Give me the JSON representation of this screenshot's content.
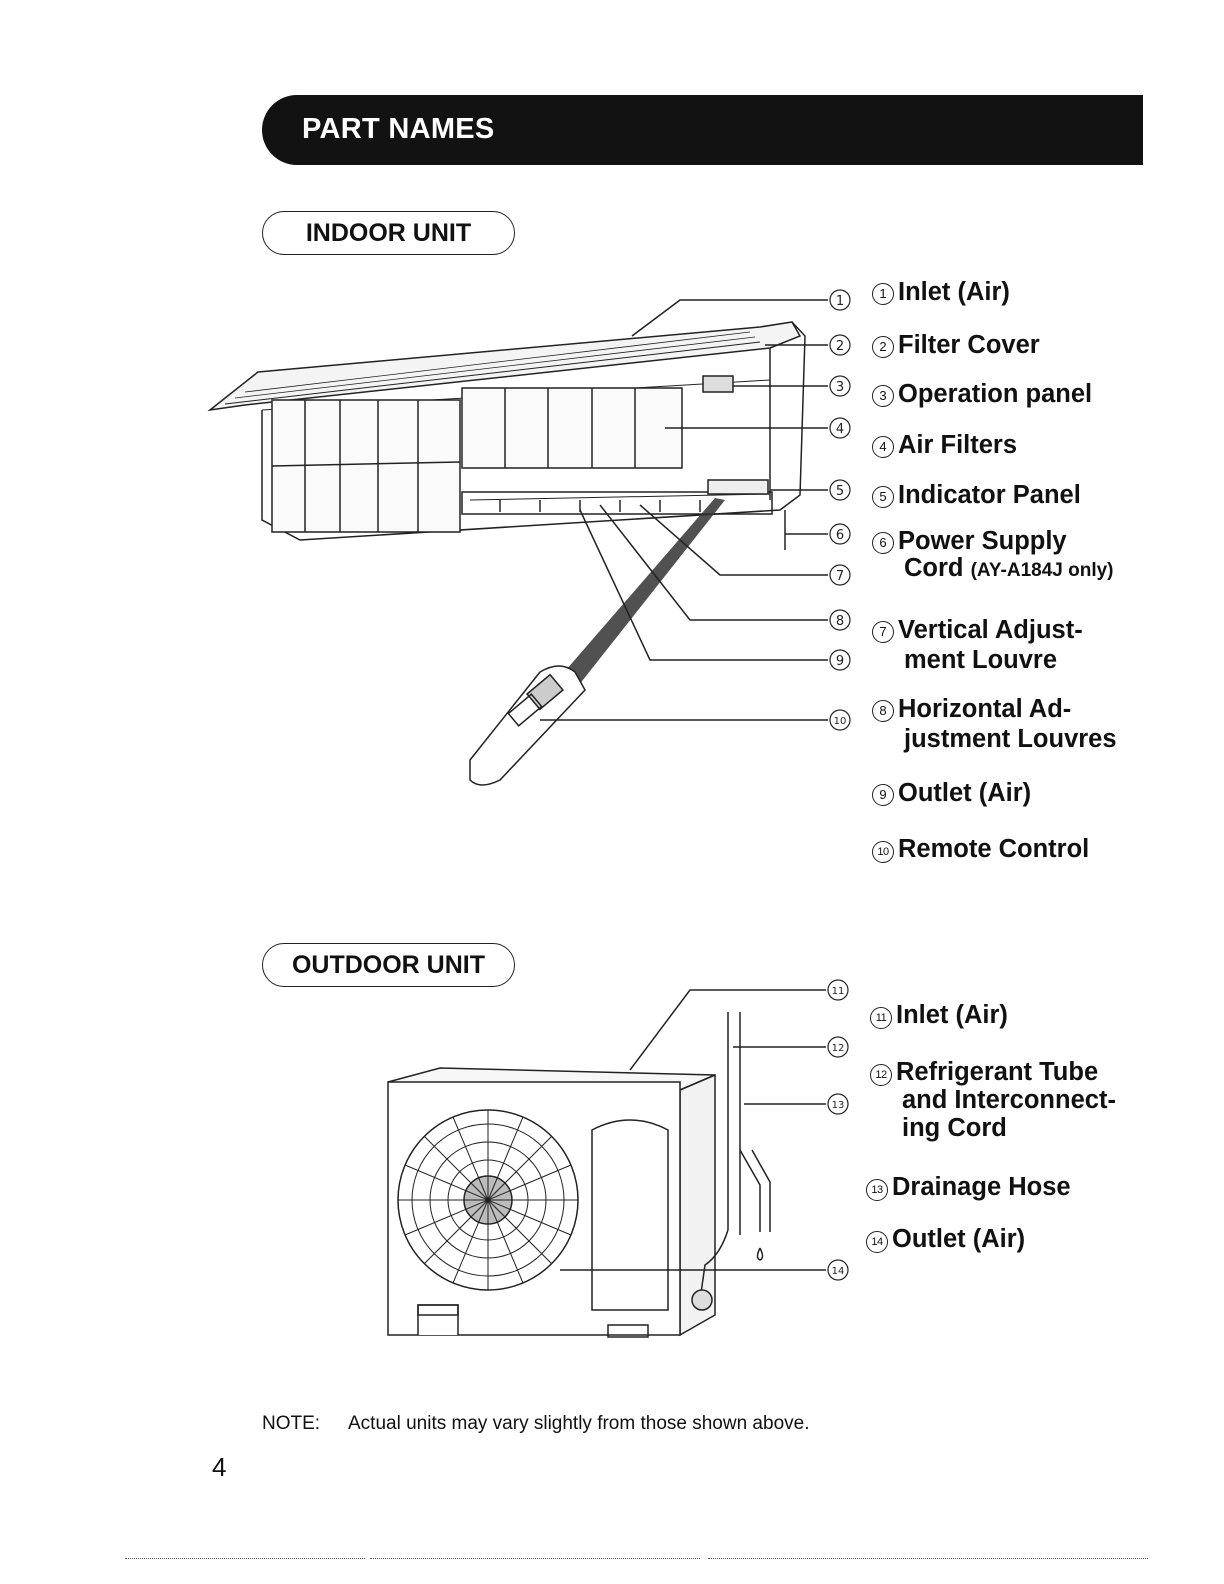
{
  "header": {
    "title": "PART NAMES"
  },
  "indoor": {
    "heading": "INDOOR UNIT",
    "parts": [
      {
        "num": "1",
        "lines": [
          "Inlet (Air)"
        ]
      },
      {
        "num": "2",
        "lines": [
          "Filter Cover"
        ]
      },
      {
        "num": "3",
        "lines": [
          "Operation panel"
        ]
      },
      {
        "num": "4",
        "lines": [
          "Air Filters"
        ]
      },
      {
        "num": "5",
        "lines": [
          "Indicator Panel"
        ]
      },
      {
        "num": "6",
        "lines": [
          "Power Supply",
          "Cord"
        ],
        "note": "(AY-A184J only)"
      },
      {
        "num": "7",
        "lines": [
          "Vertical Adjust-",
          "ment Louvre"
        ]
      },
      {
        "num": "8",
        "lines": [
          "Horizontal Ad-",
          "justment Louvres"
        ]
      },
      {
        "num": "9",
        "lines": [
          "Outlet (Air)"
        ]
      },
      {
        "num": "10",
        "lines": [
          "Remote Control"
        ]
      }
    ]
  },
  "outdoor": {
    "heading": "OUTDOOR UNIT",
    "parts": [
      {
        "num": "11",
        "lines": [
          "Inlet (Air)"
        ]
      },
      {
        "num": "12",
        "lines": [
          "Refrigerant Tube",
          "and Interconnect-",
          "ing Cord"
        ]
      },
      {
        "num": "13",
        "lines": [
          "Drainage Hose"
        ]
      },
      {
        "num": "14",
        "lines": [
          "Outlet (Air)"
        ]
      }
    ]
  },
  "note": {
    "label": "NOTE:",
    "text": "Actual units may vary slightly from those shown above."
  },
  "page_number": "4"
}
